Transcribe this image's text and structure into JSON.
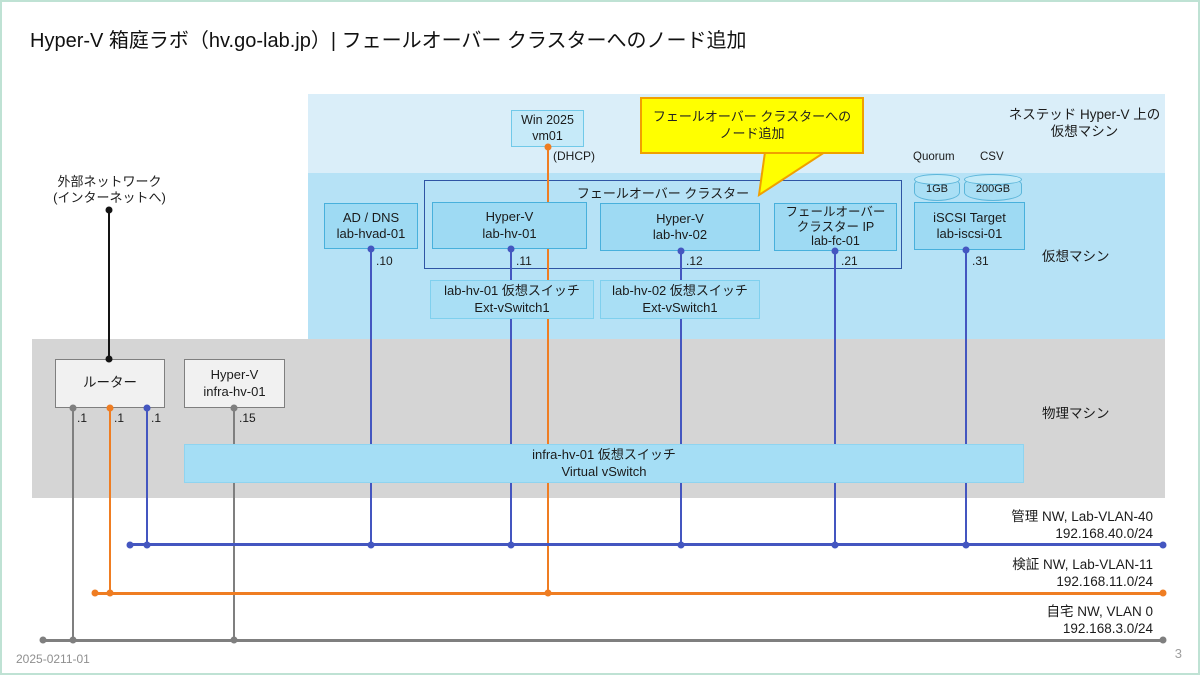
{
  "title": "Hyper-V 箱庭ラボ（hv.go-lab.jp）| フェールオーバー クラスターへのノード追加",
  "zones": {
    "nested": {
      "label_line1": "ネステッド Hyper-V 上の",
      "label_line2": "仮想マシン"
    },
    "vm": {
      "label": "仮想マシン"
    },
    "physical": {
      "label": "物理マシン"
    }
  },
  "callout": {
    "line1": "フェールオーバー クラスターへの",
    "line2": "ノード追加"
  },
  "external_network": {
    "line1": "外部ネットワーク",
    "line2": "(インターネットへ)"
  },
  "cluster": {
    "label": "フェールオーバー クラスター"
  },
  "nodes": {
    "vm01": {
      "line1": "Win 2025",
      "line2": "vm01",
      "note": "(DHCP)"
    },
    "ad": {
      "line1": "AD / DNS",
      "line2": "lab-hvad-01",
      "ip": ".10"
    },
    "hv01": {
      "line1": "Hyper-V",
      "line2": "lab-hv-01",
      "ip": ".11"
    },
    "hv02": {
      "line1": "Hyper-V",
      "line2": "lab-hv-02",
      "ip": ".12"
    },
    "fc": {
      "line1": "フェールオーバー",
      "line2": "クラスター IP",
      "line3": "lab-fc-01",
      "ip": ".21"
    },
    "iscsi": {
      "line1": "iSCSI Target",
      "line2": "lab-iscsi-01",
      "ip": ".31"
    },
    "router": {
      "label": "ルーター",
      "ips": [
        ".1",
        ".1",
        ".1"
      ]
    },
    "infra": {
      "line1": "Hyper-V",
      "line2": "infra-hv-01",
      "ip": ".15"
    },
    "vswitch1": {
      "line1": "lab-hv-01 仮想スイッチ",
      "line2": "Ext-vSwitch1"
    },
    "vswitch2": {
      "line1": "lab-hv-02 仮想スイッチ",
      "line2": "Ext-vSwitch1"
    },
    "infra_vswitch": {
      "line1": "infra-hv-01 仮想スイッチ",
      "line2": "Virtual vSwitch"
    }
  },
  "storage": {
    "quorum_label": "Quorum",
    "csv_label": "CSV",
    "quorum_size": "1GB",
    "csv_size": "200GB"
  },
  "networks": [
    {
      "name": "管理 NW, Lab-VLAN-40",
      "cidr": "192.168.40.0/24",
      "color": "#4456c0"
    },
    {
      "name": "検証 NW, Lab-VLAN-11",
      "cidr": "192.168.11.0/24",
      "color": "#ef7d22"
    },
    {
      "name": "自宅 NW, VLAN 0",
      "cidr": "192.168.3.0/24",
      "color": "#7f7f7f"
    }
  ],
  "footer": {
    "date_code": "2025-0211-01",
    "page_number": "3"
  }
}
